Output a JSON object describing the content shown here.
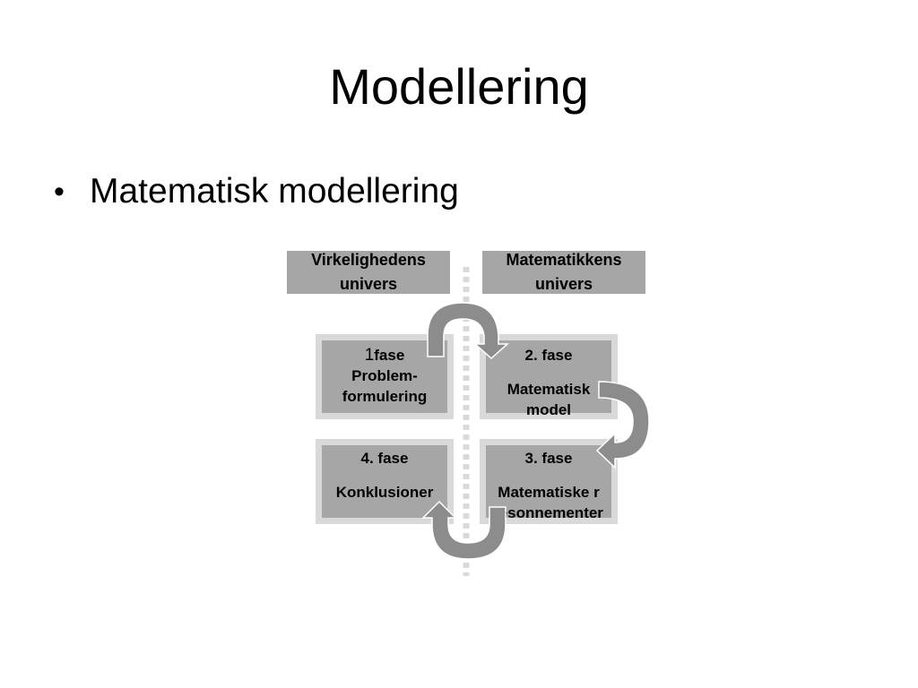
{
  "slide": {
    "title": "Modellering",
    "bullet": {
      "marker": "•",
      "text": "Matematisk modellering"
    }
  },
  "diagram": {
    "headers": {
      "left": "Virkelighedens univers",
      "right": "Matematikkens univers"
    },
    "phases": [
      {
        "num": "1",
        "label": "fase",
        "text": "Problem-\nformulering"
      },
      {
        "label": "2. fase",
        "text": "Matematisk model"
      },
      {
        "label": "3. fase",
        "text": "Matematiske ræsonnementer"
      },
      {
        "label": "4. fase",
        "text": "Konklusioner"
      }
    ],
    "colors": {
      "box_fill": "#a6a6a6",
      "box_border": "#d9d9d9",
      "arrow_fill": "#8c8c8c",
      "divider": "#d9d9d9"
    }
  }
}
